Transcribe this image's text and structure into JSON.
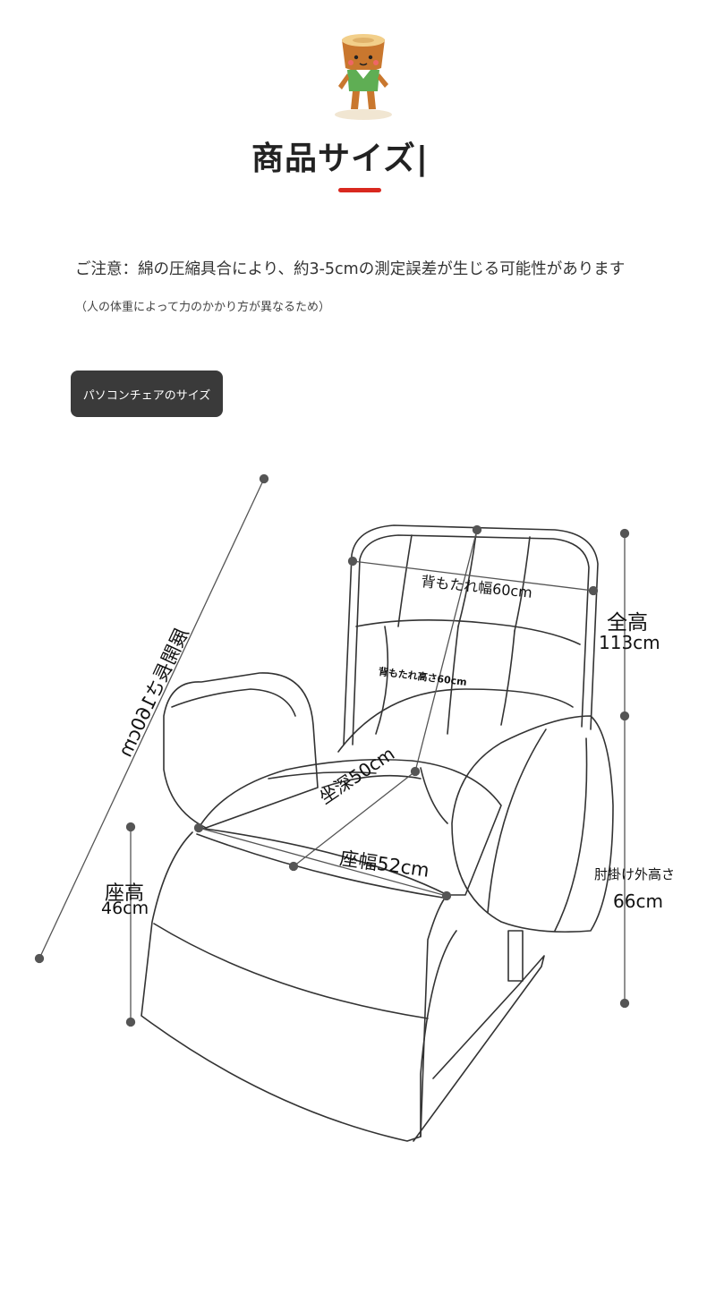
{
  "header": {
    "mascot_icon": "stump-mascot-icon",
    "title": "商品サイズ|",
    "accent_color": "#d9281f"
  },
  "notice": {
    "main": "ご注意：綿の圧縮具合により、約3-5cmの測定誤差が生じる可能性があります",
    "sub": "（人の体重によって力のかかり方が異なるため）"
  },
  "section": {
    "badge": "パソコンチェアのサイズ"
  },
  "dimensions": {
    "backrest_width": "背もたれ幅60cm",
    "backrest_height": "背もたれ高さ60cm",
    "total_height_label": "全高",
    "total_height_value": "113cm",
    "open_length": "展開長さ160cm",
    "seat_depth": "坐深50cm",
    "seat_width": "座幅52cm",
    "seat_height_label": "座高",
    "seat_height_value": "46cm",
    "armrest_height_label": "肘掛け外高さ",
    "armrest_height_value": "66cm"
  }
}
